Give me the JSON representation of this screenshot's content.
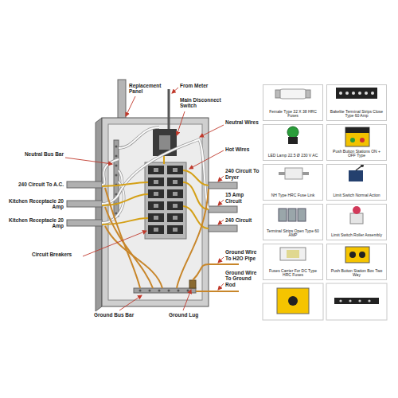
{
  "diagram": {
    "nodes": [
      {
        "text": [
          "Female Type 32 X 38 HRC Fuses"
        ]
      },
      {
        "text": [
          "Bakelite Terminal Strips Close Type 60 Amp"
        ]
      },
      {
        "text": [
          "LED Lamp 22.5 Ø 230 V AC"
        ]
      },
      {
        "text": [
          "Push Button Stations ON + OFF Type"
        ]
      },
      {
        "text": [
          "NH Type HRC Fuse Link"
        ]
      },
      {
        "text": [
          "Limit Switch Normal Action"
        ]
      },
      {
        "text": [
          "Terminal Strips Open Type 60 AMP"
        ]
      },
      {
        "text": [
          "Limit Switch Roller Assembly"
        ]
      },
      {
        "text": [
          "Fuses Carrier For DC Type HRC Fuses"
        ]
      },
      {
        "text": [
          "Push Button Station Box Two Way"
        ]
      }
    ],
    "labels": [
      "Replacement Panel",
      "From Meter",
      "Main Disconnect Switch",
      "Neutral Wires",
      "Hot Wires",
      "Neutral Bus Bar",
      "240 Circuit To Dryer",
      "240 Circuit To A.C.",
      "15 Amp Circuit",
      "Kitchen Receptacle 20 Amp",
      "240 Circuit",
      "Kitchen Receptacle 20 Amp",
      "Circuit Breakers",
      "Ground Wire To H2O Pipe",
      "Ground Wire To Ground Rod",
      "Ground Bus Bar",
      "Ground Lug"
    ]
  }
}
